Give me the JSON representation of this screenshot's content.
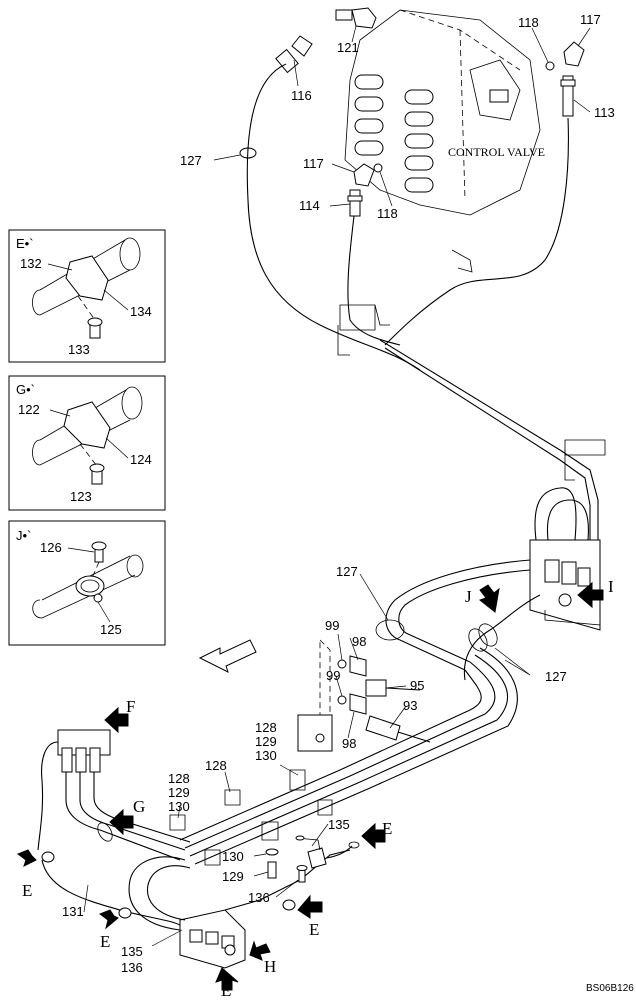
{
  "valve_label": "CONTROL VALVE",
  "drawing_code": "BS06B126",
  "callouts": {
    "c116": "116",
    "c121": "121",
    "c118a": "118",
    "c117a": "117",
    "c113": "113",
    "c127a": "127",
    "c117b": "117",
    "c114": "114",
    "c118b": "118",
    "c127b": "127",
    "c127c": "127",
    "c99a": "99",
    "c98a": "98",
    "c99b": "99",
    "c95": "95",
    "c93": "93",
    "c98b": "98",
    "c128a": "128",
    "c129a": "129",
    "c130a": "130",
    "c128b": "128",
    "c129b": "129",
    "c130b": "130",
    "c128c": "128",
    "c135a": "135",
    "c130c": "130",
    "c129c": "129",
    "c136a": "136",
    "c131": "131",
    "c135b": "135",
    "c136b": "136"
  },
  "views": {
    "E": {
      "title": "E•`",
      "c132": "132",
      "c134": "134",
      "c133": "133"
    },
    "G": {
      "title": "G•`",
      "c122": "122",
      "c124": "124",
      "c123": "123"
    },
    "J": {
      "title": "J•`",
      "c126": "126",
      "c125": "125"
    }
  },
  "arrow_letters": {
    "I": "I",
    "J": "J",
    "F": "F",
    "G": "G",
    "E1": "E",
    "E2": "E",
    "E3": "E",
    "E4": "E",
    "E5": "E",
    "H": "H"
  }
}
